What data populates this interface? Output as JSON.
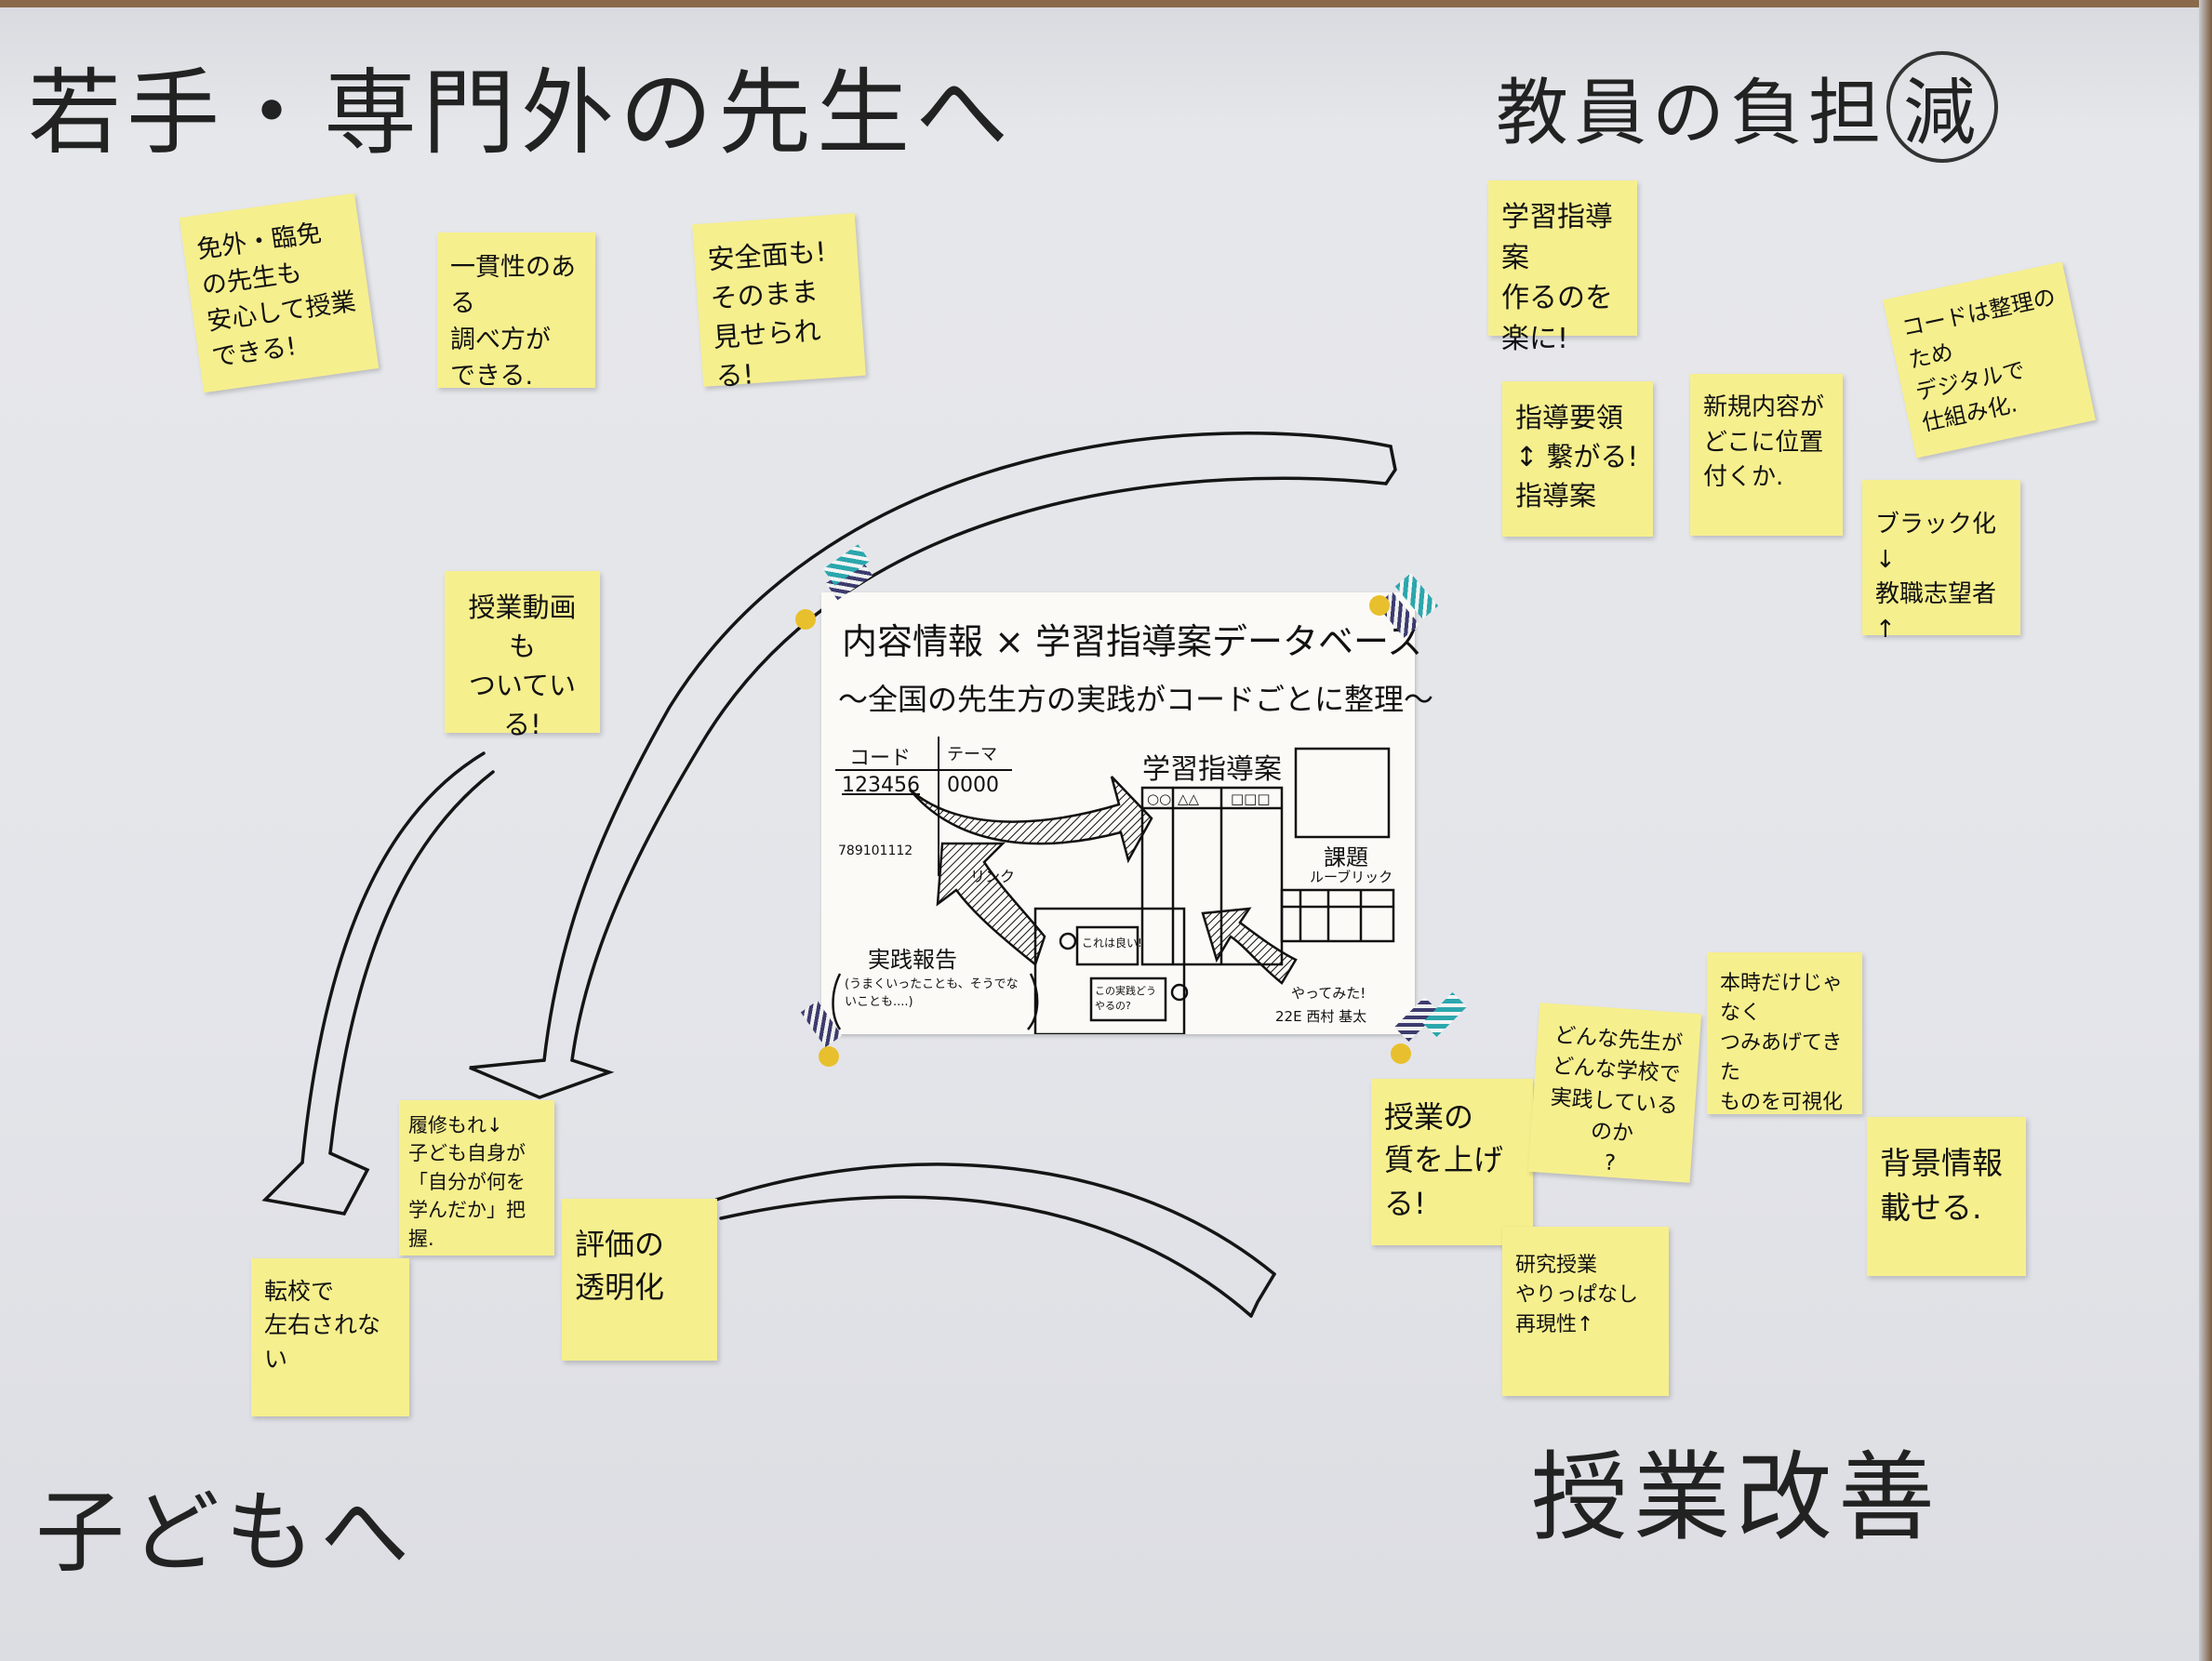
{
  "headings": {
    "top_left": "若手・専門外の先生へ",
    "top_right": "教員の負担",
    "top_right_circled": "減",
    "bottom_left": "子どもへ",
    "bottom_right": "授業改善"
  },
  "notes": [
    "免外・臨免\nの先生も\n安心して授業\nできる!",
    "一貫性のある\n調べ方が\nできる.",
    "安全面も!\nそのまま\n見せられる!",
    "授業動画\nも\nついている!",
    "学習指導案\n作るのを\n楽に!",
    "指導要領\n↕ 繋がる!\n指導案",
    "新規内容が\nどこに位置\n付くか.",
    "コードは整理のため\nデジタルで\n仕組み化.",
    "ブラック化↓\n教職志望者↑",
    "履修もれ↓\n子ども自身が\n「自分が何を\n学んだか」把握.",
    "評価の\n透明化",
    "転校で\n左右されない",
    "授業の\n質を上げる!",
    "どんな先生が\nどんな学校で\n実践しているのか\n?",
    "本時だけじゃなく\nつみあげてきた\nものを可視化",
    "背景情報\n載せる.",
    "研究授業\nやりっぱなし\n再現性↑"
  ],
  "poster": {
    "title": "内容情報 × 学習指導案データベース",
    "subtitle": "〜全国の先生方の実践がコードごとに整理〜",
    "col_code": "コード",
    "col_theme": "テーマ",
    "code_1": "123456",
    "theme_1": "0000",
    "code_2": "789101112",
    "link": "リンク",
    "plan_label": "学習指導案",
    "plan_cols": [
      "○○",
      "△△",
      "□□□"
    ],
    "task_label": "課題",
    "rubric_label": "ルーブリック",
    "report_label": "実践報告",
    "report_note": "(うまくいったことも、そうでないことも....)",
    "bubble_1": "これは良い!",
    "bubble_2": "この実践どうやるの?",
    "tried": "やってみた!",
    "author": "22E 西村 基太"
  },
  "colors": {
    "sticky": "#f6ef8e",
    "paper": "#e4e5ea",
    "poster": "#fbfaf6"
  }
}
